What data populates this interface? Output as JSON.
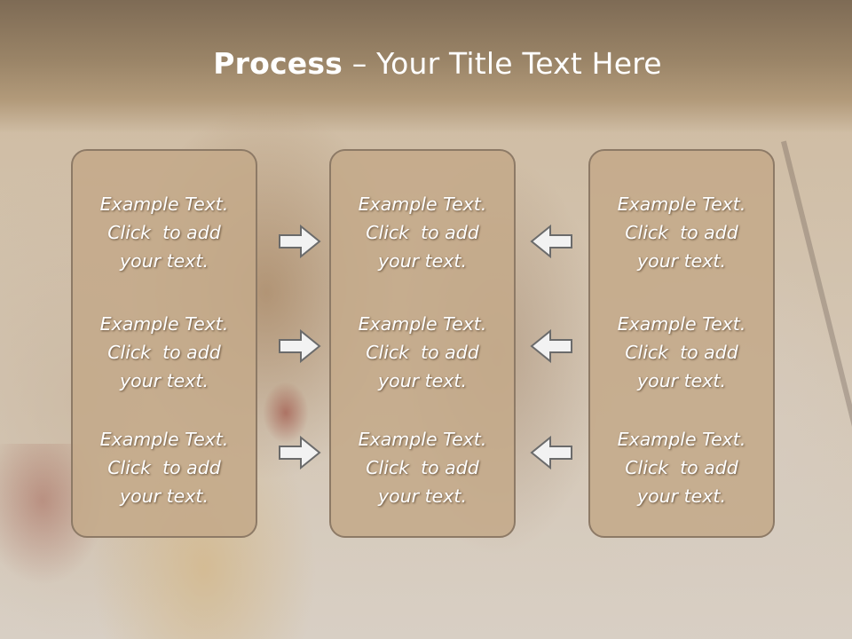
{
  "title": {
    "bold": "Process",
    "rest": " – Your Title Text Here"
  },
  "columns": [
    {
      "items": [
        {
          "lines": [
            "Example Text.",
            "Click  to add",
            "your text."
          ]
        },
        {
          "lines": [
            "Example Text.",
            "Click  to add",
            "your text."
          ]
        },
        {
          "lines": [
            "Example Text.",
            "Click  to add",
            "your text."
          ]
        }
      ]
    },
    {
      "items": [
        {
          "lines": [
            "Example Text.",
            "Click  to add",
            "your text."
          ]
        },
        {
          "lines": [
            "Example Text.",
            "Click  to add",
            "your text."
          ]
        },
        {
          "lines": [
            "Example Text.",
            "Click  to add",
            "your text."
          ]
        }
      ]
    },
    {
      "items": [
        {
          "lines": [
            "Example Text.",
            "Click  to add",
            "your text."
          ]
        },
        {
          "lines": [
            "Example Text.",
            "Click  to add",
            "your text."
          ]
        },
        {
          "lines": [
            "Example Text.",
            "Click  to add",
            "your text."
          ]
        }
      ]
    }
  ],
  "arrows": {
    "left": [
      "right-arrow-icon",
      "right-arrow-icon",
      "right-arrow-icon"
    ],
    "right": [
      "left-arrow-icon",
      "left-arrow-icon",
      "left-arrow-icon"
    ]
  },
  "colors": {
    "header": "#8a7559",
    "box_fill": "#c4aa8a",
    "box_border": "#8d7a66",
    "arrow_fill": "#f2f2f2",
    "arrow_stroke": "#6b6b6b"
  }
}
